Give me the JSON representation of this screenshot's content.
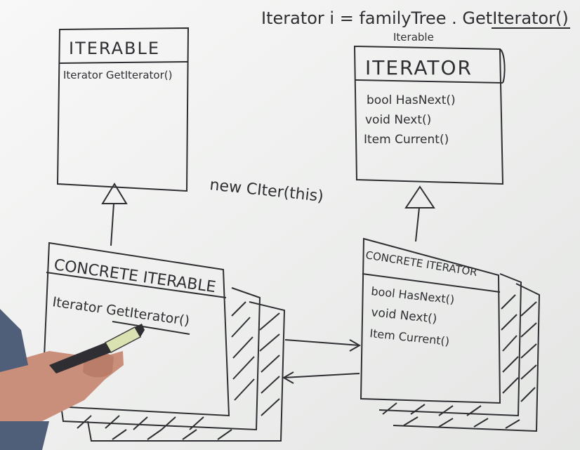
{
  "whiteboard": {
    "top_code": {
      "text": "Iterator i = familyTree . GetIterator()",
      "note": "Iterable"
    },
    "iterable_box": {
      "title": "ITERABLE",
      "method": "Iterator GetIterator()"
    },
    "iterator_box": {
      "title": "ITERATOR",
      "methods": [
        "bool HasNext()",
        "void Next()",
        "Item Current()"
      ]
    },
    "new_citer_note": "new CIter(this)",
    "concrete_iterable_box": {
      "title": "CONCRETE ITERABLE",
      "method": "Iterator GetIterator()"
    },
    "concrete_iterator_box": {
      "title": "CONCRETE ITERATOR",
      "methods": [
        "bool HasNext()",
        "void Next()",
        "Item Current()"
      ]
    }
  },
  "colors": {
    "board": "#f3f4f3",
    "ink": "#2f2f33",
    "skin": "#c98f7a",
    "shirt": "#4f5e79",
    "marker_body": "#d9e2b0"
  }
}
